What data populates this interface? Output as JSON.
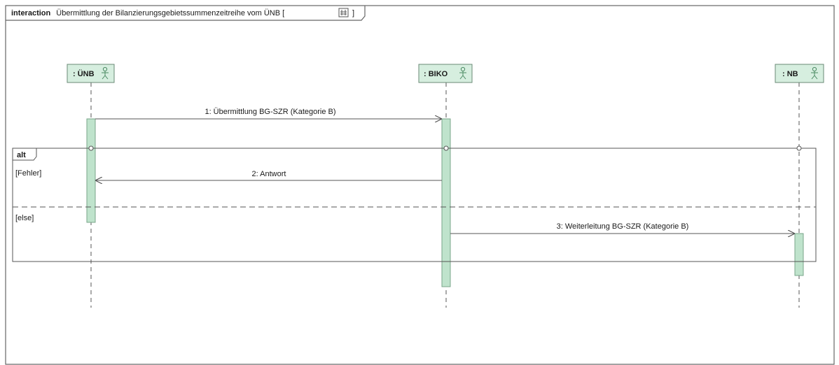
{
  "interaction": {
    "keyword": "interaction",
    "name": "Übermittlung der Bilanzierungsgebietssummenzeitreihe vom ÜNB [",
    "bracket_close": "]",
    "icon": "diagram-icon"
  },
  "lifelines": [
    {
      "id": "uenb",
      "label": ": ÜNB",
      "icon": "actor-icon"
    },
    {
      "id": "biko",
      "label": ": BIKO",
      "icon": "actor-icon"
    },
    {
      "id": "nb",
      "label": ": NB",
      "icon": "actor-icon"
    }
  ],
  "messages": [
    {
      "label": "1: Übermittlung BG-SZR (Kategorie B)"
    },
    {
      "label": "2: Antwort"
    },
    {
      "label": "3: Weiterleitung BG-SZR (Kategorie B)"
    }
  ],
  "fragment": {
    "operator": "alt",
    "guards": [
      "[Fehler]",
      "[else]"
    ]
  },
  "colors": {
    "lifeline_fill": "#d6eedf",
    "activation_fill": "#bfe3cc",
    "line": "#555555",
    "text": "#1a1a1a"
  }
}
